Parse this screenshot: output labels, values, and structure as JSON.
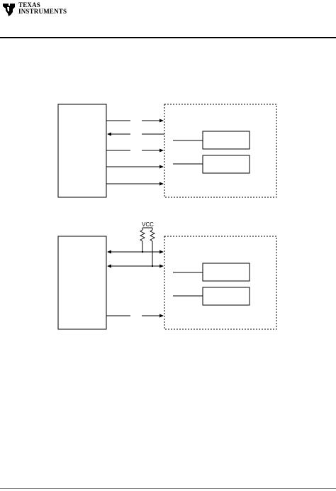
{
  "header": {
    "brand_line1": "Texas",
    "brand_line2": "Instruments",
    "logo_icon": "ti-state-logo-icon"
  },
  "diagram_top": {
    "left_block_label": "",
    "device_label": "",
    "inner_block_1_label": "",
    "inner_block_2_label": "",
    "signals": [
      {
        "direction": "to-device"
      },
      {
        "direction": "to-host"
      },
      {
        "direction": "to-device"
      },
      {
        "direction": "to-device"
      },
      {
        "direction": "to-device"
      }
    ]
  },
  "diagram_bottom": {
    "supply_label": "VCC",
    "left_block_label": "",
    "device_label": "",
    "inner_block_1_label": "",
    "inner_block_2_label": "",
    "signals": [
      {
        "direction": "bidirectional",
        "pullup": true
      },
      {
        "direction": "bidirectional",
        "pullup": true
      },
      {
        "direction": "to-device",
        "pullup": false
      }
    ]
  }
}
